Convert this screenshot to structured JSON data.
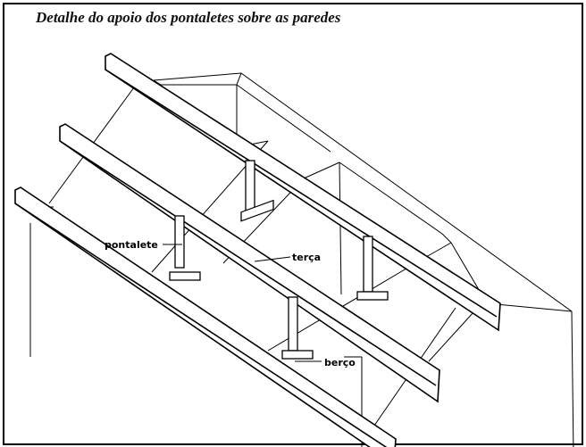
{
  "title": "Detalhe do apoio dos pontaletes sobre as paredes",
  "labels": {
    "pontalete": "pontalete",
    "terca": "terça",
    "berco": "berço"
  },
  "colors": {
    "line": "#000000",
    "background": "#ffffff"
  }
}
